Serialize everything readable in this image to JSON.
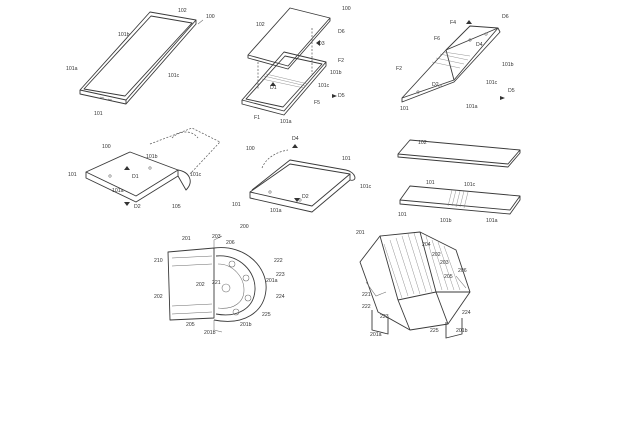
{
  "figures": [
    {
      "id": "fig-1",
      "labels": [
        "100",
        "102",
        "101b",
        "101a",
        "101c",
        "101"
      ]
    },
    {
      "id": "fig-2",
      "labels": [
        "100",
        "102",
        "D6",
        "D3",
        "F2",
        "101b",
        "D1",
        "101c",
        "D5",
        "F1",
        "F5",
        "101a"
      ]
    },
    {
      "id": "fig-3",
      "labels": [
        "D6",
        "F4",
        "D4",
        "F6",
        "101b",
        "F2",
        "D2",
        "101c",
        "D5",
        "101",
        "101a"
      ]
    },
    {
      "id": "fig-4",
      "labels": [
        "100",
        "101b",
        "101",
        "101c",
        "D1",
        "101a",
        "D2",
        "105"
      ]
    },
    {
      "id": "fig-5",
      "labels": [
        "D4",
        "100",
        "101",
        "101c",
        "D2",
        "101a",
        "101"
      ]
    },
    {
      "id": "fig-6",
      "labels": [
        "102",
        "101",
        "101c",
        "101b",
        "101a"
      ]
    },
    {
      "id": "fig-7",
      "labels": [
        "200",
        "201",
        "203",
        "206",
        "202",
        "210",
        "221",
        "222",
        "223",
        "224",
        "225",
        "201a",
        "201b",
        "205"
      ]
    },
    {
      "id": "fig-8",
      "labels": [
        "201",
        "204",
        "202",
        "203",
        "205",
        "206",
        "221",
        "222",
        "223",
        "224",
        "225",
        "201a",
        "201b"
      ]
    }
  ]
}
